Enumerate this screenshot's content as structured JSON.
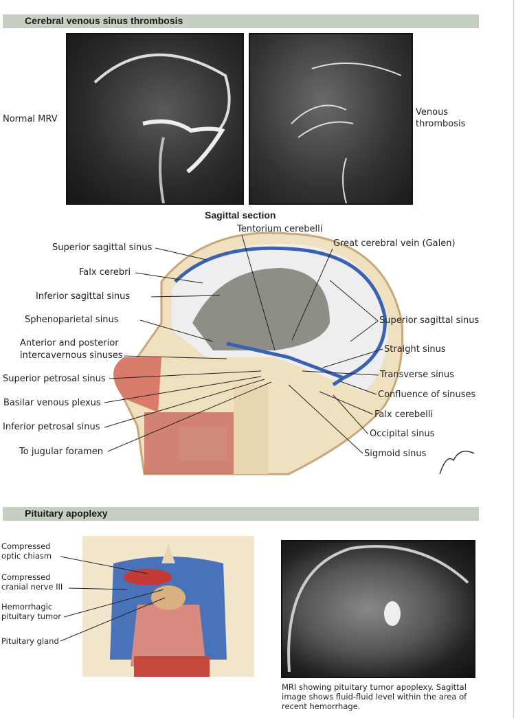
{
  "section1": {
    "title": "Cerebral venous sinus thrombosis",
    "normal_label": "Normal MRV",
    "thrombosis_label": [
      "Venous",
      "thrombosis"
    ],
    "sagittal_title": "Sagittal section",
    "left_labels": [
      "Superior sagittal sinus",
      "Falx cerebri",
      "Inferior sagittal sinus",
      "Sphenoparietal sinus",
      "Anterior and posterior",
      "intercavernous sinuses",
      "Superior petrosal sinus",
      "Basilar venous plexus",
      "Inferior petrosal sinus",
      "To jugular foramen"
    ],
    "right_labels": [
      "Tentorium cerebelli",
      "Great cerebral vein (Galen)",
      "Superior sagittal sinus",
      "Straight sinus",
      "Transverse sinus",
      "Confluence of sinuses",
      "Falx cerebelli",
      "Occipital sinus",
      "Sigmoid sinus"
    ],
    "signature": "F. Netter M.D."
  },
  "section2": {
    "title": "Pituitary apoplexy",
    "labels": [
      [
        "Compressed",
        "optic chiasm"
      ],
      [
        "Compressed",
        "cranial nerve III"
      ],
      [
        "Hemorrhagic",
        "pituitary tumor"
      ],
      [
        "Pituitary gland"
      ]
    ],
    "caption": "MRI showing pituitary tumor apoplexy. Sagittal image shows fluid-fluid level within the area of recent hemorrhage."
  }
}
